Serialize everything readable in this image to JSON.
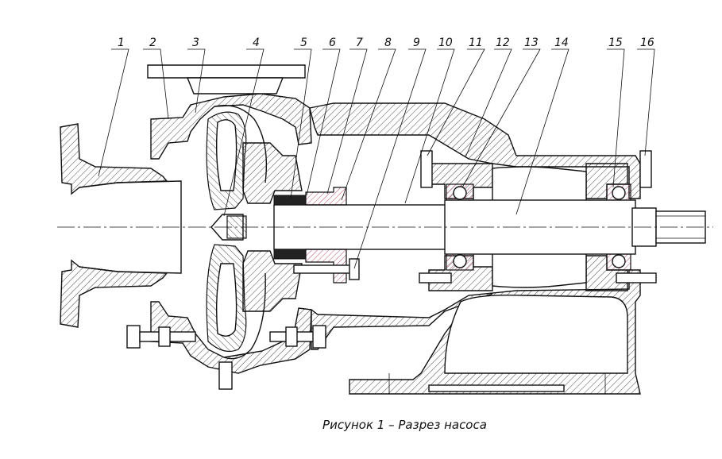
{
  "figure": {
    "caption": "Рисунок 1 – Разрез насоса",
    "callouts": [
      "1",
      "2",
      "3",
      "4",
      "5",
      "6",
      "7",
      "8",
      "9",
      "10",
      "11",
      "12",
      "13",
      "14",
      "15",
      "16"
    ]
  },
  "colors": {
    "line": "#111111",
    "seal_packing": "#222222",
    "highlight_hatch": "#c0506a"
  }
}
